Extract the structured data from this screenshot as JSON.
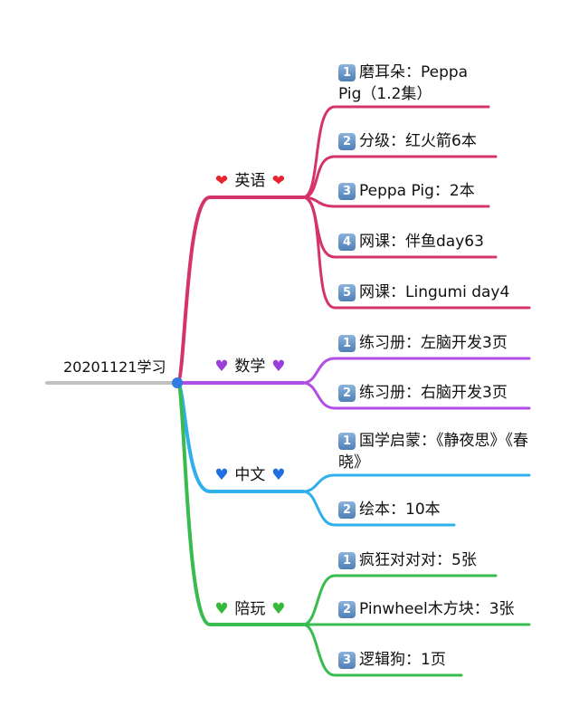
{
  "root": {
    "label": "20201121学习",
    "color": "#c0c0c0",
    "dot_color": "#2f7de1"
  },
  "branches": [
    {
      "id": "english",
      "label": "英语",
      "icon": "heart",
      "icon_char": "❤",
      "heart_color": "#e8242f",
      "color": "#d5336c",
      "items": [
        {
          "num": "1",
          "text": "磨耳朵：Peppa Pig（1.2集）"
        },
        {
          "num": "2",
          "text": "分级：红火箭6本"
        },
        {
          "num": "3",
          "text": "Peppa Pig：2本"
        },
        {
          "num": "4",
          "text": "网课：伴鱼day63"
        },
        {
          "num": "5",
          "text": "网课：Lingumi day4"
        }
      ]
    },
    {
      "id": "math",
      "label": "数学",
      "icon": "purple-heart",
      "icon_char": "♥",
      "heart_color": "#9b3fd9",
      "color": "#b24de5",
      "items": [
        {
          "num": "1",
          "text": "练习册：左脑开发3页"
        },
        {
          "num": "2",
          "text": "练习册：右脑开发3页"
        }
      ]
    },
    {
      "id": "chinese",
      "label": "中文",
      "icon": "blue-heart",
      "icon_char": "♥",
      "heart_color": "#1f6fe0",
      "color": "#2fb0ea",
      "items": [
        {
          "num": "1",
          "text": "国学启蒙：《静夜思》《春晓》"
        },
        {
          "num": "2",
          "text": "绘本：10本"
        }
      ]
    },
    {
      "id": "play",
      "label": "陪玩",
      "icon": "green-heart",
      "icon_char": "♥",
      "heart_color": "#35b93a",
      "color": "#38bb4f",
      "items": [
        {
          "num": "1",
          "text": "疯狂对对对：5张"
        },
        {
          "num": "2",
          "text": "Pinwheel木方块：3张"
        },
        {
          "num": "3",
          "text": "逻辑狗：1页"
        }
      ]
    }
  ]
}
